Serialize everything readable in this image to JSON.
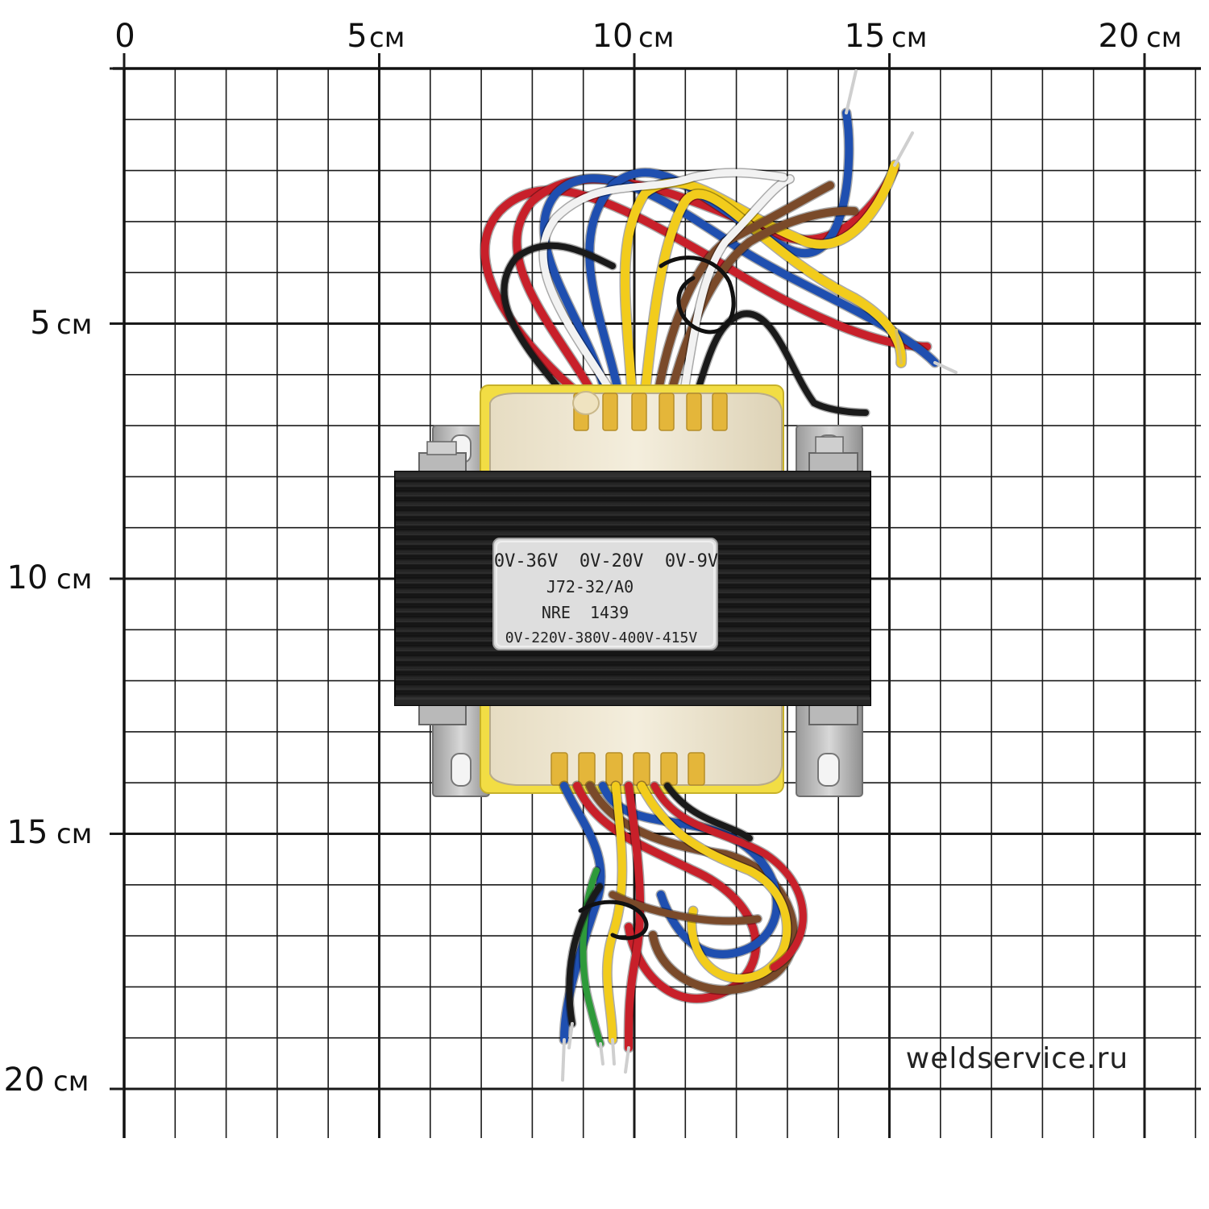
{
  "grid": {
    "x_ticks": [
      {
        "value": "0",
        "unit": ""
      },
      {
        "value": "5",
        "unit": "см"
      },
      {
        "value": "10",
        "unit": "см"
      },
      {
        "value": "15",
        "unit": "см"
      },
      {
        "value": "20",
        "unit": "см"
      }
    ],
    "y_ticks": [
      {
        "value": "5",
        "unit": "см"
      },
      {
        "value": "10",
        "unit": "см"
      },
      {
        "value": "15",
        "unit": "см"
      },
      {
        "value": "20",
        "unit": "см"
      }
    ]
  },
  "transformer": {
    "label_lines": [
      "0V-36V  0V-20V  0V-9V",
      "J72-32/A0",
      "NRE  1439",
      "0V-220V-380V-400V-415V"
    ]
  },
  "watermark": "weldservice.ru",
  "wire_colors": [
    "#c8202a",
    "#1f4fb0",
    "#f2cc1c",
    "#7a4a2a",
    "#f2f2f2",
    "#1a1a1a",
    "#2e9a3a"
  ]
}
